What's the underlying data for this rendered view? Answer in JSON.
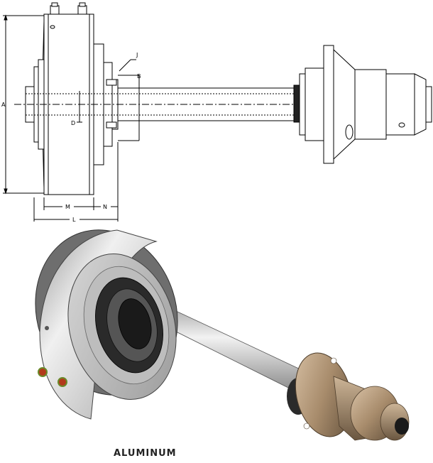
{
  "drawing": {
    "dimension_labels": {
      "A": "A",
      "B": "B",
      "D": "D",
      "J": "J",
      "L": "L",
      "M": "M",
      "N": "N"
    }
  },
  "caption": {
    "text": "ALUMINUM"
  },
  "colors": {
    "line": "#000000",
    "body_light": "#e6e6e6",
    "body_dark": "#8a8a8a",
    "ring_dark": "#1e1e1e",
    "shaft": "#c8c8c8",
    "bronze_light": "#c4a88a",
    "bronze_dark": "#6e5a44",
    "fitting_red": "#b23a1a",
    "fitting_green": "#6a8a2a"
  }
}
